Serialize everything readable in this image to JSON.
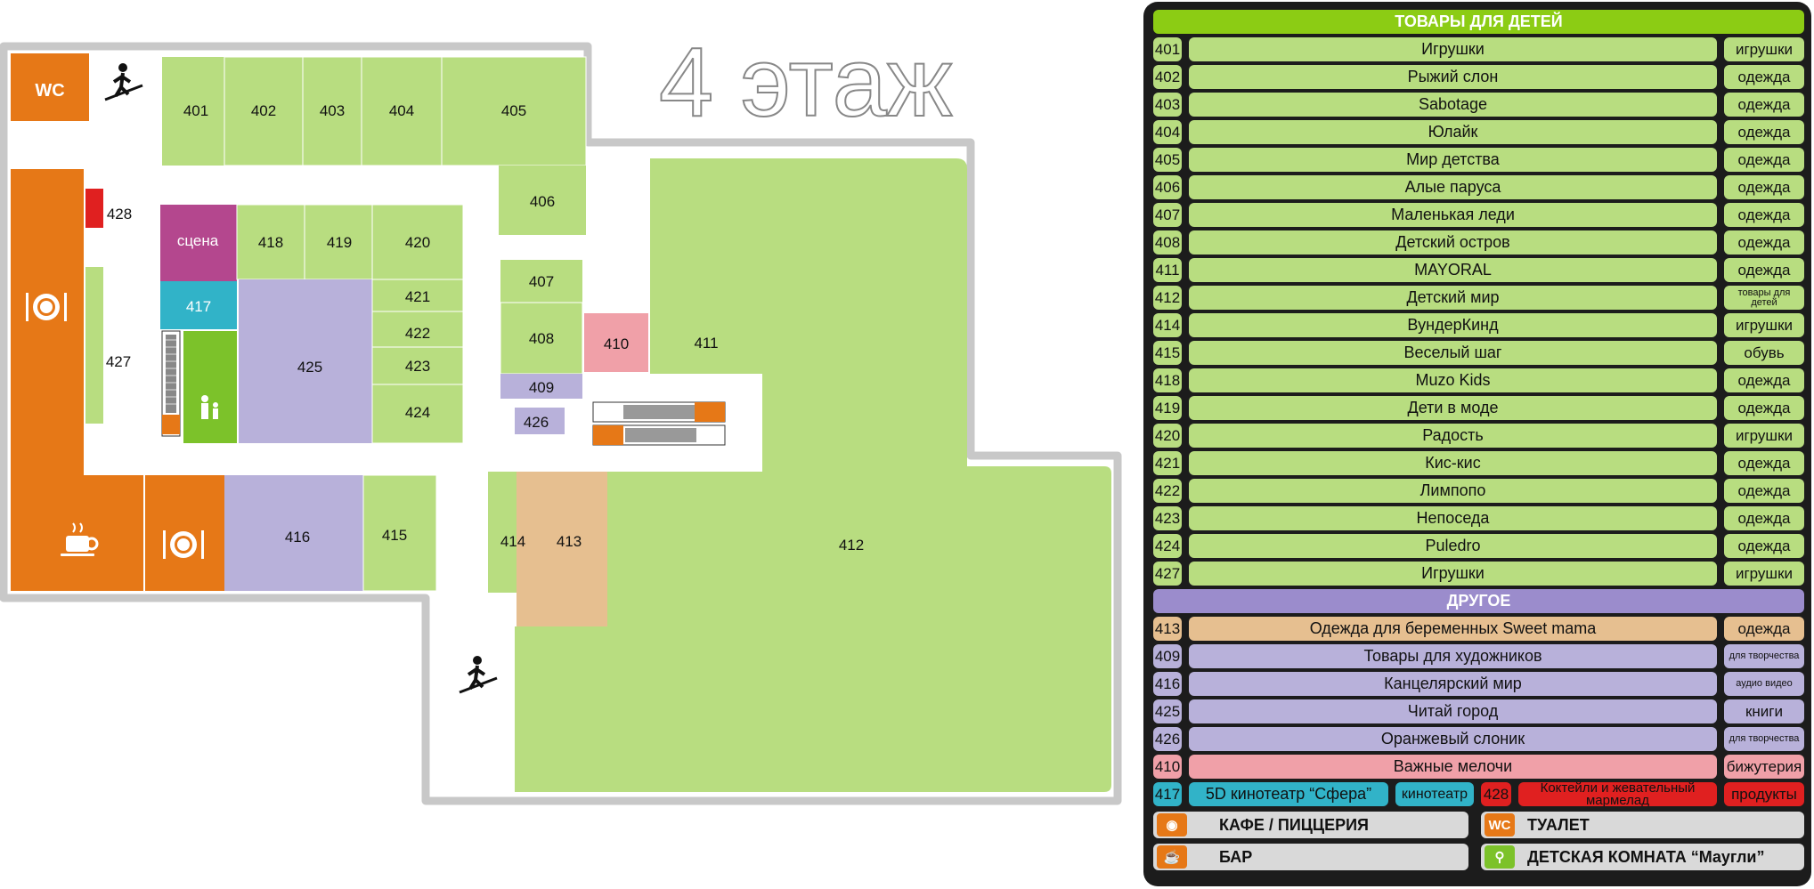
{
  "floor_title": "4 этаж",
  "map_labels": {
    "wc": "WC",
    "stage": "сцена",
    "unit_401": "401",
    "unit_402": "402",
    "unit_403": "403",
    "unit_404": "404",
    "unit_405": "405",
    "unit_406": "406",
    "unit_407": "407",
    "unit_408": "408",
    "unit_409": "409",
    "unit_410": "410",
    "unit_411": "411",
    "unit_412": "412",
    "unit_413": "413",
    "unit_414": "414",
    "unit_415": "415",
    "unit_416": "416",
    "unit_417": "417",
    "unit_418": "418",
    "unit_419": "419",
    "unit_420": "420",
    "unit_421": "421",
    "unit_422": "422",
    "unit_423": "423",
    "unit_424": "424",
    "unit_425": "425",
    "unit_426": "426",
    "unit_427": "427",
    "unit_428": "428"
  },
  "colors": {
    "store_green": "#b8dd80",
    "cafe_orange": "#e67817",
    "stage_magenta": "#b4478e",
    "cinema_cyan": "#31b3c8",
    "kids_green": "#7cc22a",
    "other_lavender": "#b8b1da",
    "peach": "#e6bf90",
    "pink": "#f0a0a8",
    "red": "#e02020",
    "header_green": "#8ccc14",
    "header_purple": "#9b8ccc"
  },
  "directory": {
    "kids_header": "ТОВАРЫ ДЛЯ ДЕТЕЙ",
    "kids": [
      {
        "num": "401",
        "name": "Игрушки",
        "cat": "игрушки"
      },
      {
        "num": "402",
        "name": "Рыжий слон",
        "cat": "одежда"
      },
      {
        "num": "403",
        "name": "Sabotage",
        "cat": "одежда"
      },
      {
        "num": "404",
        "name": "Юлайк",
        "cat": "одежда"
      },
      {
        "num": "405",
        "name": "Мир детства",
        "cat": "одежда"
      },
      {
        "num": "406",
        "name": "Алые паруса",
        "cat": "одежда"
      },
      {
        "num": "407",
        "name": "Маленькая леди",
        "cat": "одежда"
      },
      {
        "num": "408",
        "name": "Детский остров",
        "cat": "одежда"
      },
      {
        "num": "411",
        "name": "MAYORAL",
        "cat": "одежда"
      },
      {
        "num": "412",
        "name": "Детский мир",
        "cat": "товары для детей"
      },
      {
        "num": "414",
        "name": "ВундерКинд",
        "cat": "игрушки"
      },
      {
        "num": "415",
        "name": "Веселый шаг",
        "cat": "обувь"
      },
      {
        "num": "418",
        "name": "Muzo Kids",
        "cat": "одежда"
      },
      {
        "num": "419",
        "name": "Дети в моде",
        "cat": "одежда"
      },
      {
        "num": "420",
        "name": "Радость",
        "cat": "игрушки"
      },
      {
        "num": "421",
        "name": "Кис-кис",
        "cat": "одежда"
      },
      {
        "num": "422",
        "name": "Лимпопо",
        "cat": "одежда"
      },
      {
        "num": "423",
        "name": "Непоседа",
        "cat": "одежда"
      },
      {
        "num": "424",
        "name": "Puledro",
        "cat": "одежда"
      },
      {
        "num": "427",
        "name": "Игрушки",
        "cat": "игрушки"
      }
    ],
    "other_header": "ДРУГОЕ",
    "other": [
      {
        "num": "413",
        "name": "Одежда для беременных Sweet mama",
        "cat": "одежда",
        "color": "#e6bf90"
      },
      {
        "num": "409",
        "name": "Товары для художников",
        "cat": "для творчества",
        "color": "#b8b1da"
      },
      {
        "num": "416",
        "name": "Канцелярский мир",
        "cat": "аудио видео",
        "color": "#b8b1da"
      },
      {
        "num": "425",
        "name": "Читай город",
        "cat": "книги",
        "color": "#b8b1da"
      },
      {
        "num": "426",
        "name": "Оранжевый слоник",
        "cat": "для творчества",
        "color": "#b8b1da"
      },
      {
        "num": "410",
        "name": "Важные мелочи",
        "cat": "бижутерия",
        "color": "#f0a0a8"
      }
    ],
    "cinema": {
      "num": "417",
      "name": "5D кинотеатр “Сфера”",
      "cat": "кинотеатр"
    },
    "cocktails": {
      "num": "428",
      "name": "Коктейли и жевательный мармелад",
      "cat": "продукты"
    }
  },
  "legend": {
    "cafe": "КАФЕ / ПИЦЦЕРИЯ",
    "bar": "БАР",
    "toilet_icon": "WC",
    "toilet": "ТУАЛЕТ",
    "kids_room": "ДЕТСКАЯ КОМНАТА “Маугли”"
  },
  "icons": [
    "cafe-plate-icon",
    "bar-cup-icon",
    "escalator-person-icon",
    "kids-room-icon",
    "wc-icon"
  ]
}
